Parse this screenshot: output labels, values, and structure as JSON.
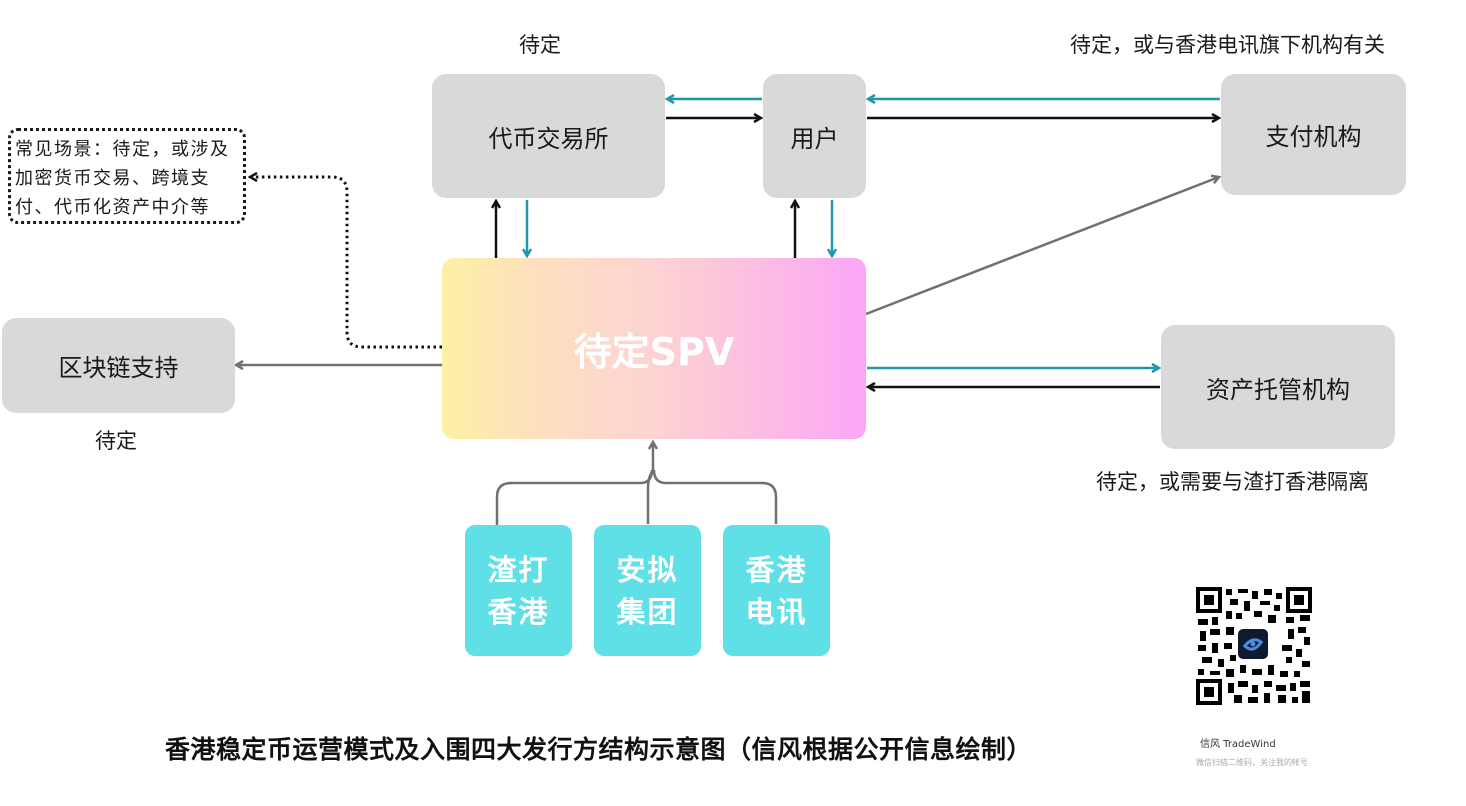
{
  "colors": {
    "box_gray": "#d9d9d9",
    "issuer_cyan": "#5fdfe6",
    "arrow_teal": "#1e97ab",
    "arrow_black": "#111111",
    "arrow_gray": "#707070",
    "spv_gradient": [
      "#fdf1a3",
      "#fba6f7"
    ]
  },
  "nodes": {
    "exchange": {
      "label": "代币交易所",
      "note": "待定"
    },
    "user": {
      "label": "用户"
    },
    "payment": {
      "label": "支付机构",
      "note": "待定，或与香港电讯旗下机构有关"
    },
    "blockchain": {
      "label": "区块链支持",
      "note": "待定"
    },
    "custody": {
      "label": "资产托管机构",
      "note": "待定，或需要与渣打香港隔离"
    },
    "spv": {
      "label": "待定SPV"
    }
  },
  "scenario_note": {
    "lines": [
      "常见场景：待定，或涉及",
      "加密货币交易、跨境支",
      "付、代币化资产中介等"
    ]
  },
  "issuers": [
    {
      "line1": "渣打",
      "line2": "香港"
    },
    {
      "line1": "安拟",
      "line2": "集团"
    },
    {
      "line1": "香港",
      "line2": "电讯"
    }
  ],
  "title": "香港稳定币运营模式及入围四大发行方结构示意图（信风根据公开信息绘制）",
  "qr": {
    "account_name": "信风 TradeWind",
    "hint": "微信扫描二维码，关注我的帐号",
    "icon": "qr-code-icon"
  }
}
